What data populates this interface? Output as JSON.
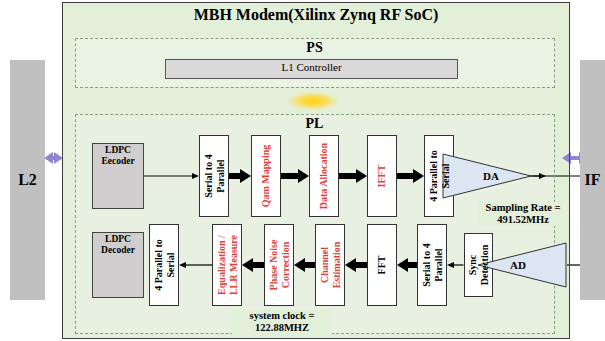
{
  "diagram": {
    "nodes": [
      {
        "text": [
          "MBH Modem(Xilinx Zynq RF SoC)"
        ]
      },
      {
        "text": [
          "PS"
        ],
        "in": 0
      },
      {
        "text": [
          "L1 Controller"
        ],
        "in": 1
      },
      {
        "text": [
          "PL"
        ],
        "in": 0
      },
      {
        "text": [
          "LDPC Eecoder"
        ],
        "in": 3
      },
      {
        "text": [
          "Serial to 4 Parallel"
        ],
        "in": 3
      },
      {
        "text": [
          "Qam Mapping"
        ],
        "in": 3
      },
      {
        "text": [
          "Data Allocation"
        ],
        "in": 3
      },
      {
        "text": [
          "IFFT"
        ],
        "in": 3
      },
      {
        "text": [
          "4 Parallel to Serial"
        ],
        "in": 3
      },
      {
        "text": [
          "DA"
        ],
        "in": 3
      },
      {
        "text": [
          "LDPC Decoder"
        ],
        "in": 3
      },
      {
        "text": [
          "4 Parallel to Serial"
        ],
        "in": 3
      },
      {
        "text": [
          "Equalization / LLR Measure"
        ],
        "in": 3
      },
      {
        "text": [
          "Phase Noise Correction"
        ],
        "in": 3
      },
      {
        "text": [
          "Channel Estimation"
        ],
        "in": 3
      },
      {
        "text": [
          "FFT"
        ],
        "in": 3
      },
      {
        "text": [
          "Serial to 4 Parallel"
        ],
        "in": 3
      },
      {
        "text": [
          "Sync Detection"
        ],
        "in": 3
      },
      {
        "text": [
          "AD"
        ],
        "in": 3
      },
      {
        "text": [
          "L2"
        ]
      },
      {
        "text": [
          "IF"
        ]
      }
    ],
    "edges": [
      {
        "from": 20,
        "to": 0,
        "arrow": "both"
      },
      {
        "from": 0,
        "to": 21,
        "arrow": "both"
      },
      {
        "from": 4,
        "to": 5,
        "arrow": "to"
      },
      {
        "from": 5,
        "to": 6,
        "arrow": "to"
      },
      {
        "from": 6,
        "to": 7,
        "arrow": "to"
      },
      {
        "from": 7,
        "to": 8,
        "arrow": "to"
      },
      {
        "from": 8,
        "to": 9,
        "arrow": "to"
      },
      {
        "from": 9,
        "to": 10,
        "arrow": "to"
      },
      {
        "from": 10,
        "to": 21,
        "arrow": "none"
      },
      {
        "from": 21,
        "to": 19,
        "arrow": "none"
      },
      {
        "from": 19,
        "to": 18,
        "arrow": "to"
      },
      {
        "from": 18,
        "to": 17,
        "arrow": "to"
      },
      {
        "from": 17,
        "to": 16,
        "arrow": "to"
      },
      {
        "from": 16,
        "to": 15,
        "arrow": "to"
      },
      {
        "from": 15,
        "to": 14,
        "arrow": "to"
      },
      {
        "from": 14,
        "to": 13,
        "arrow": "to"
      },
      {
        "from": 13,
        "to": 12,
        "arrow": "to"
      },
      {
        "from": 12,
        "to": 11,
        "arrow": "to"
      }
    ],
    "labels": [
      "Sampling Rate = 491.52MHz",
      "system clock = 122.88MHZ"
    ]
  }
}
